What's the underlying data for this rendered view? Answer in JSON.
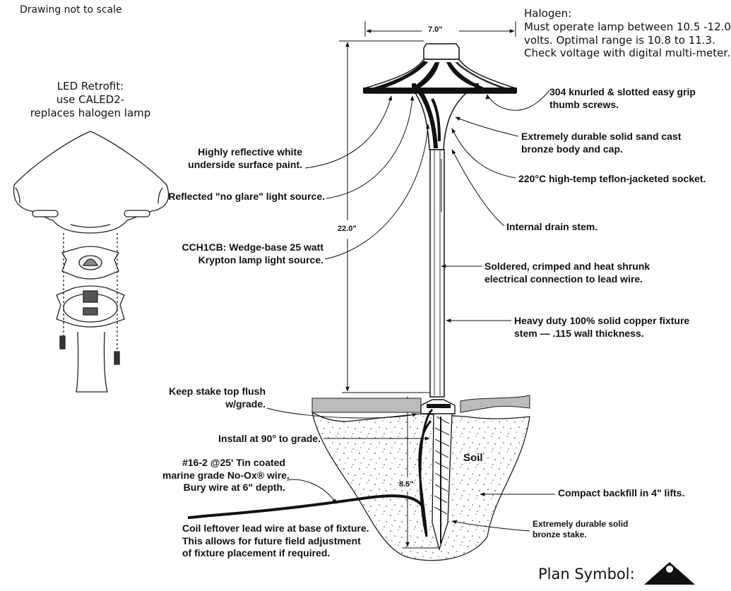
{
  "notes": {
    "not_to_scale": "Drawing not to scale",
    "led_retrofit": "LED Retrofit:\nuse CALED2-\nreplaces halogen lamp",
    "halogen": "Halogen:\nMust operate lamp between 10.5 -12.0\nvolts. Optimal range is 10.8 to 11.3.\nCheck voltage with digital multi-meter.",
    "plan_symbol": "Plan Symbol:",
    "soil": "Soil"
  },
  "dimensions": {
    "width": "7.0\"",
    "height": "22.0\"",
    "stake": "8.5\""
  },
  "callouts": {
    "thumb_screws": "304 knurled & slotted easy grip\nthumb screws.",
    "bronze_body": "Extremely durable solid sand cast\nbronze body and cap.",
    "socket": "220°C high-temp teflon-jacketed socket.",
    "drain_stem": "Internal drain stem.",
    "soldered": "Soldered, crimped and heat shrunk\nelectrical connection to lead wire.",
    "copper_stem": "Heavy duty 100% solid copper fixture\nstem — .115 wall thickness.",
    "reflective": "Highly reflective white\nunderside surface paint.",
    "no_glare": "Reflected \"no glare\" light source.",
    "lamp": "CCH1CB: Wedge-base 25 watt\nKrypton lamp light source.",
    "flush": "Keep stake top flush\nw/grade.",
    "install": "Install at 90° to grade.",
    "wire": "#16-2 @25' Tin coated\nmarine grade No-Ox® wire.\nBury wire at 6\" depth.",
    "coil": "Coil leftover lead wire at base of fixture.\nThis allows for future field adjustment\nof fixture placement if required.",
    "backfill": "Compact backfill in 4\" lifts.",
    "stake": "Extremely durable solid\nbronze stake."
  }
}
